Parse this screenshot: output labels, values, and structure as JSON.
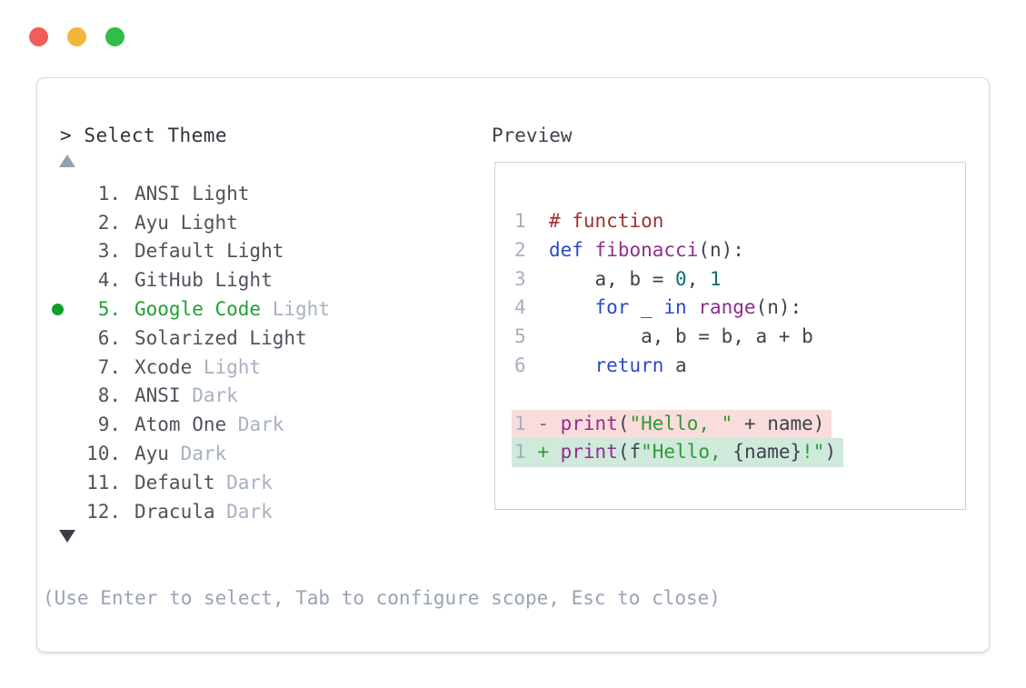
{
  "colors": {
    "traffic_red": "#f15e58",
    "traffic_yellow": "#f2b63c",
    "traffic_green": "#2fbf47",
    "header_text": "#2e333a",
    "dark_text": "#4e535b",
    "muted": "#a8b1c0",
    "help_text": "#99a3b2",
    "preview_label": "#3d434c",
    "selected_green": "#1ea232",
    "bullet_green": "#0da026",
    "scroll_up_arrow": "#93a0b3",
    "scroll_down_arrow": "#3a3f45",
    "removed_bg": "#f9dcdc",
    "added_bg": "#cfe9da",
    "ln": "#a7afbd",
    "pl": "#3e434b",
    "cm": "#9e2f2f",
    "kw": "#2b49c7",
    "ti": "#8d2f8d",
    "nu": "#0e6f6f",
    "st": "#2f9a35",
    "mi": "#c74848",
    "pls": "#2f9a35"
  },
  "window": {
    "header": {
      "prompt": ">",
      "title": "Select Theme"
    },
    "preview_label": "Preview",
    "help_text": "(Use Enter to select, Tab to configure scope, Esc to close)"
  },
  "theme_list": {
    "scroll_up_indicator": "up-triangle",
    "scroll_down_indicator": "down-triangle",
    "items": [
      {
        "number": "1.",
        "label": "ANSI Light",
        "muted": "",
        "selected": false
      },
      {
        "number": "2.",
        "label": "Ayu Light",
        "muted": "",
        "selected": false
      },
      {
        "number": "3.",
        "label": "Default Light",
        "muted": "",
        "selected": false
      },
      {
        "number": "4.",
        "label": "GitHub Light",
        "muted": "",
        "selected": false
      },
      {
        "number": "5.",
        "label": "Google Code",
        "muted": "Light",
        "selected": true
      },
      {
        "number": "6.",
        "label": "Solarized Light",
        "muted": "",
        "selected": false
      },
      {
        "number": "7.",
        "label": "Xcode",
        "muted": "Light",
        "selected": false
      },
      {
        "number": "8.",
        "label": "ANSI",
        "muted": "Dark",
        "selected": false
      },
      {
        "number": "9.",
        "label": "Atom One",
        "muted": "Dark",
        "selected": false
      },
      {
        "number": "10.",
        "label": "Ayu",
        "muted": "Dark",
        "selected": false
      },
      {
        "number": "11.",
        "label": "Default",
        "muted": "Dark",
        "selected": false
      },
      {
        "number": "12.",
        "label": "Dracula",
        "muted": "Dark",
        "selected": false
      }
    ]
  },
  "preview": {
    "code_lines": [
      {
        "hl": null,
        "segments": [
          {
            "c": "ln",
            "t": "1"
          },
          {
            "c": "pl",
            "t": "  "
          },
          {
            "c": "cm",
            "t": "# function"
          }
        ]
      },
      {
        "hl": null,
        "segments": [
          {
            "c": "ln",
            "t": "2"
          },
          {
            "c": "pl",
            "t": "  "
          },
          {
            "c": "kw",
            "t": "def"
          },
          {
            "c": "pl",
            "t": " "
          },
          {
            "c": "ti",
            "t": "fibonacci"
          },
          {
            "c": "pl",
            "t": "(n):"
          }
        ]
      },
      {
        "hl": null,
        "segments": [
          {
            "c": "ln",
            "t": "3"
          },
          {
            "c": "pl",
            "t": "      a, b = "
          },
          {
            "c": "nu",
            "t": "0"
          },
          {
            "c": "pl",
            "t": ", "
          },
          {
            "c": "nu",
            "t": "1"
          }
        ]
      },
      {
        "hl": null,
        "segments": [
          {
            "c": "ln",
            "t": "4"
          },
          {
            "c": "pl",
            "t": "      "
          },
          {
            "c": "kw",
            "t": "for"
          },
          {
            "c": "pl",
            "t": " _ "
          },
          {
            "c": "kw",
            "t": "in"
          },
          {
            "c": "pl",
            "t": " "
          },
          {
            "c": "ti",
            "t": "range"
          },
          {
            "c": "pl",
            "t": "(n):"
          }
        ]
      },
      {
        "hl": null,
        "segments": [
          {
            "c": "ln",
            "t": "5"
          },
          {
            "c": "pl",
            "t": "          a, b = b, a + b"
          }
        ]
      },
      {
        "hl": null,
        "segments": [
          {
            "c": "ln",
            "t": "6"
          },
          {
            "c": "pl",
            "t": "      "
          },
          {
            "c": "kw",
            "t": "return"
          },
          {
            "c": "pl",
            "t": " a"
          }
        ]
      },
      {
        "hl": null,
        "segments": []
      },
      {
        "hl": "removed",
        "segments": [
          {
            "c": "ln",
            "t": "1"
          },
          {
            "c": "pl",
            "t": " "
          },
          {
            "c": "mi",
            "t": "-"
          },
          {
            "c": "pl",
            "t": " "
          },
          {
            "c": "ti",
            "t": "print"
          },
          {
            "c": "pl",
            "t": "("
          },
          {
            "c": "st",
            "t": "\"Hello, \""
          },
          {
            "c": "pl",
            "t": " + name)"
          }
        ]
      },
      {
        "hl": "added",
        "segments": [
          {
            "c": "ln",
            "t": "1"
          },
          {
            "c": "pl",
            "t": " "
          },
          {
            "c": "pls",
            "t": "+"
          },
          {
            "c": "pl",
            "t": " "
          },
          {
            "c": "ti",
            "t": "print"
          },
          {
            "c": "pl",
            "t": "(f"
          },
          {
            "c": "st",
            "t": "\"Hello, "
          },
          {
            "c": "pl",
            "t": "{name}"
          },
          {
            "c": "st",
            "t": "!\""
          },
          {
            "c": "pl",
            "t": ")"
          }
        ]
      }
    ]
  }
}
